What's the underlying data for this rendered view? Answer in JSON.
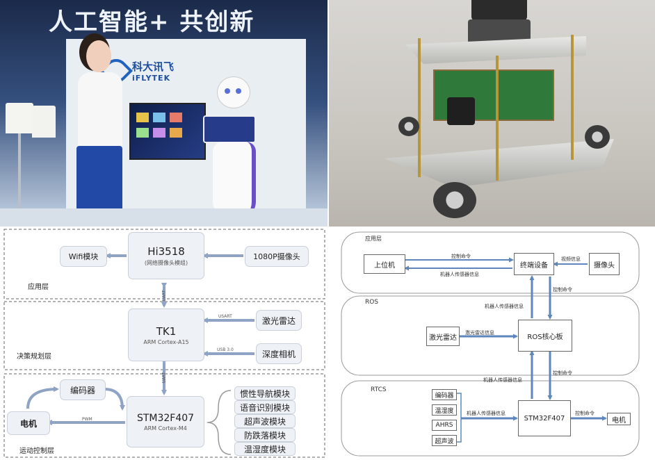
{
  "photos": {
    "expo": {
      "banner_text": "人工智能+ 共创新",
      "brand_cn": "科大讯飞",
      "brand_en": "iFLYTEK"
    }
  },
  "left_diagram": {
    "layers": {
      "app": "应用层",
      "decision": "决策规划层",
      "motion": "运动控制层"
    },
    "boxes": {
      "wifi": "Wifi模块",
      "hi3518": "Hi3518",
      "hi3518_sub": "(网络摄像头模组)",
      "camera": "1080P摄像头",
      "tk1": "TK1",
      "tk1_sub": "ARM Cortex-A15",
      "lidar": "激光雷达",
      "depth": "深度相机",
      "encoder": "编码器",
      "stm": "STM32F407",
      "stm_sub": "ARM Cortex-M4",
      "motor": "电机"
    },
    "modules": [
      "惯性导航模块",
      "语音识别模块",
      "超声波模块",
      "防跌落模块",
      "温湿度模块"
    ],
    "link_labels": {
      "uart_top": "UART",
      "uart_lidar": "USART",
      "usb": "USB 3.0",
      "uart_bottom": "UART",
      "pwm": "PWM"
    }
  },
  "right_diagram": {
    "layers": {
      "app": "应用层",
      "ros": "ROS",
      "rtcs": "RTCS"
    },
    "boxes": {
      "host": "上位机",
      "terminal": "终端设备",
      "camera": "摄像头",
      "lidar": "激光雷达",
      "ros_core": "ROS核心板",
      "stm": "STM32F407",
      "motor": "电机"
    },
    "sensors": [
      "编码器",
      "温湿度",
      "AHRS",
      "超声波"
    ],
    "edge_labels": {
      "control_cmd": "控制命令",
      "robot_info": "机器人传感器信息",
      "camera_video": "视频信息",
      "control_cmd2": "控制命令",
      "robot_info2": "机器人传感器信息",
      "lidar_info": "激光雷达信息",
      "robot_info3": "机器人传感器信息",
      "control_cmd3": "控制命令",
      "sensor_info": "机器人传感器信息",
      "control_cmd4": "控制命令"
    }
  }
}
